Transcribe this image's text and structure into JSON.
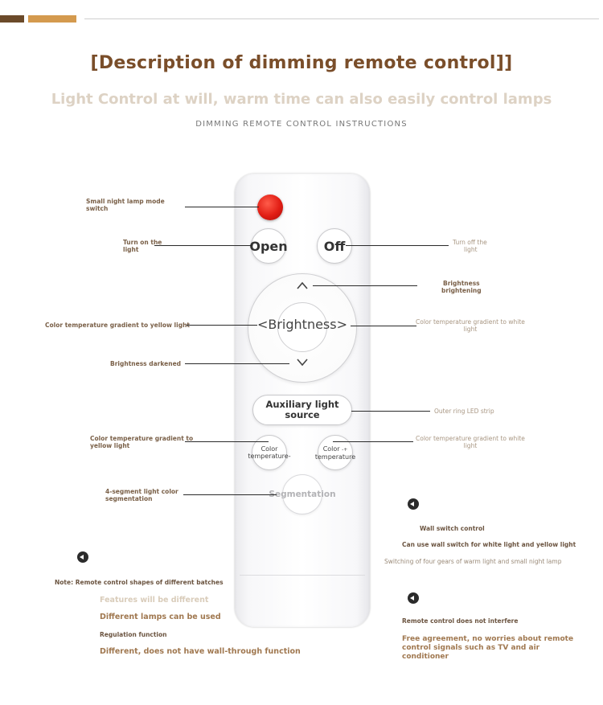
{
  "header": {
    "title": "[Description of dimming remote control]]",
    "subtitle": "Light Control at will, warm time can also easily control lamps",
    "instructions": "DIMMING REMOTE CONTROL INSTRUCTIONS"
  },
  "colors": {
    "title": "#7a4e2a",
    "accent_gold": "#d49a4e",
    "accent_dark": "#6b4a2a",
    "night_lamp_red": "#e11d14"
  },
  "remote": {
    "open_label": "Open",
    "off_label": "Off",
    "brightness_label": "<Brightness>",
    "up_icon": "^",
    "down_icon": "v",
    "aux_label_line1": "Auxiliary light",
    "aux_label_line2": "source",
    "ct_left_line1": "Color",
    "ct_left_line2": "temperature-",
    "ct_right_line1": "Color",
    "ct_right_line2": "temperature",
    "ct_right_sign": "-+",
    "segmentation_label": "Segmentation"
  },
  "callouts": {
    "night_lamp_line1": "Small night lamp mode",
    "night_lamp_line2": "switch",
    "turn_on_line1": "Turn on the",
    "turn_on_line2": "light",
    "turn_off_line1": "Turn off the",
    "turn_off_line2": "light",
    "bright_up_line1": "Brightness",
    "bright_up_line2": "brightening",
    "ct_yellow": "Color temperature gradient to yellow light",
    "ct_white_line1": "Color temperature gradient to white",
    "ct_white_line2": "light",
    "bright_down": "Brightness darkened",
    "outer_ring": "Outer ring LED strip",
    "ct_yellow2_line1": "Color temperature gradient to",
    "ct_yellow2_line2": "yellow light",
    "ct_white2_line1": "Color temperature gradient to white",
    "ct_white2_line2": "light",
    "seg_line1": "4-segment light color",
    "seg_line2": "segmentation"
  },
  "notes_left": {
    "note": "Note: Remote control shapes of different batches",
    "features": "Features will be different",
    "lamps": "Different lamps can be used",
    "regulation": "Regulation function",
    "wall_through": "Different, does not have wall-through function"
  },
  "notes_right": {
    "wall_switch": "Wall switch control",
    "can_use": "Can use wall switch for white light and yellow light",
    "switching": "Switching of four gears of warm light and small night lamp",
    "no_interfere": "Remote control does not interfere",
    "free_line1": "Free agreement, no worries about remote",
    "free_line2": "control signals such as TV and air",
    "free_line3": "conditioner"
  }
}
